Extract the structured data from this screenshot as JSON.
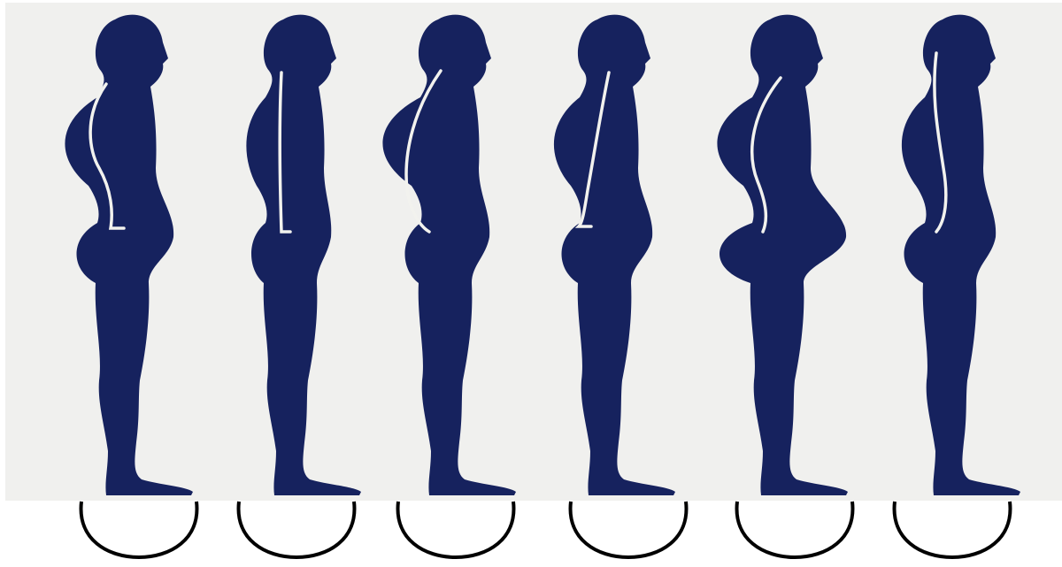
{
  "figure": {
    "subject": "posture-types",
    "colors": {
      "panel": "#f0f0ee",
      "silhouette": "#16225e",
      "spine": "#f2f2ee",
      "bracket": "#000000",
      "page": "#ffffff"
    },
    "figures": [
      {
        "id": "posture-1",
        "shape": "kyphotic-lordotic",
        "bracket_icon": "arc-icon"
      },
      {
        "id": "posture-2",
        "shape": "flat-back",
        "bracket_icon": "arc-icon"
      },
      {
        "id": "posture-3",
        "shape": "round-back",
        "bracket_icon": "arc-icon"
      },
      {
        "id": "posture-4",
        "shape": "sway-back",
        "bracket_icon": "arc-icon"
      },
      {
        "id": "posture-5",
        "shape": "lordotic",
        "bracket_icon": "arc-icon"
      },
      {
        "id": "posture-6",
        "shape": "ideal",
        "bracket_icon": "arc-icon"
      }
    ]
  }
}
